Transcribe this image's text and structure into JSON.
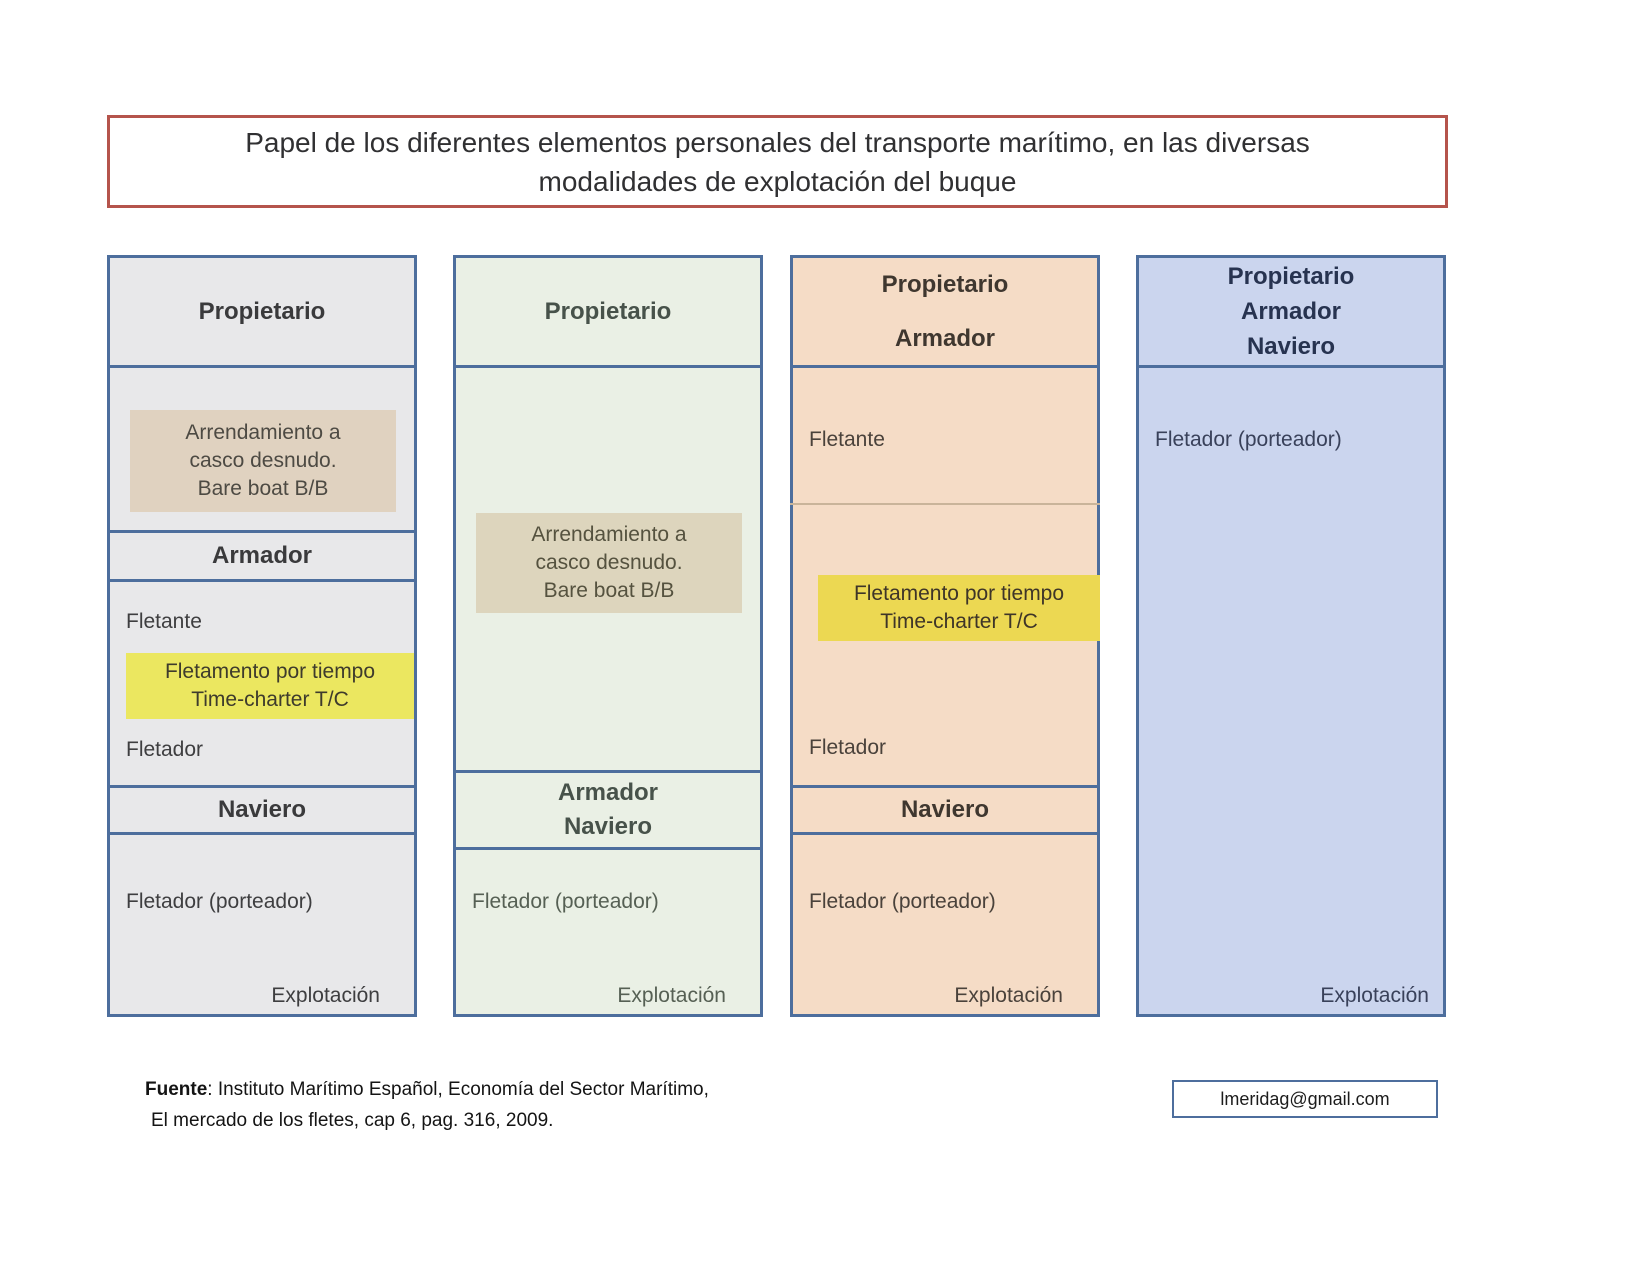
{
  "title": "Papel de los diferentes elementos personales del transporte marítimo, en las diversas\nmodalidades de explotación del buque",
  "shared": {
    "bareboat": "Arrendamiento a\ncasco desnudo.\nBare boat B/B",
    "timecharter": "Fletamento por tiempo\nTime-charter T/C",
    "fletante": "Fletante",
    "fletador": "Fletador",
    "fletador_porteador": "Fletador (porteador)",
    "explotacion": "Explotación",
    "armador": "Armador",
    "naviero": "Naviero"
  },
  "columns": [
    {
      "header_lines": [
        "Propietario"
      ]
    },
    {
      "header_lines": [
        "Propietario"
      ],
      "mid_lines": [
        "Armador",
        "Naviero"
      ]
    },
    {
      "header_lines": [
        "Propietario",
        "Armador"
      ]
    },
    {
      "header_lines": [
        "Propietario",
        "Armador",
        "Naviero"
      ]
    }
  ],
  "footer": {
    "fuente_label": "Fuente",
    "fuente_text": ": Instituto Marítimo Español, Economía del Sector Marítimo,",
    "fuente_line2": "El mercado de los fletes, cap 6, pag. 316, 2009.",
    "email": "lmeridag@gmail.com"
  },
  "colors": {
    "column1_bg": "#e8e8ea",
    "column2_bg": "#eaf0e5",
    "column3_bg": "#f5dcc6",
    "column4_bg": "#cbd5ee",
    "box_border": "#4d6e9d",
    "title_border": "#b5544c",
    "bareboat_bg": "#e0d2c0",
    "timecharter_bg_col1": "#ebe760",
    "timecharter_bg_col3": "#ecd852"
  }
}
